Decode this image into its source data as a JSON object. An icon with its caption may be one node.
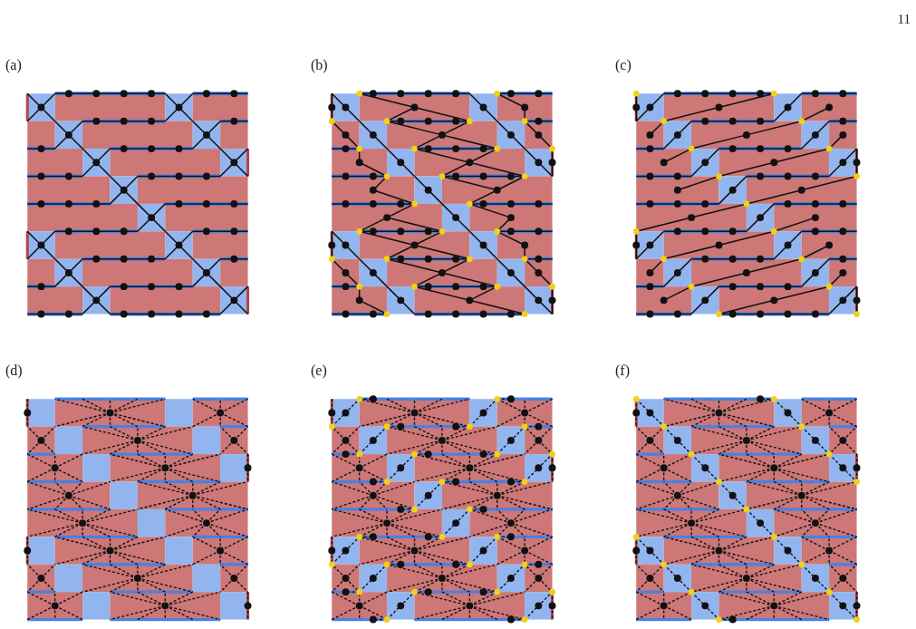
{
  "diagram": {
    "labels": [
      "11",
      "(a)",
      "(b)",
      "(c)",
      "(d)",
      "(e)",
      "(f)"
    ]
  }
}
